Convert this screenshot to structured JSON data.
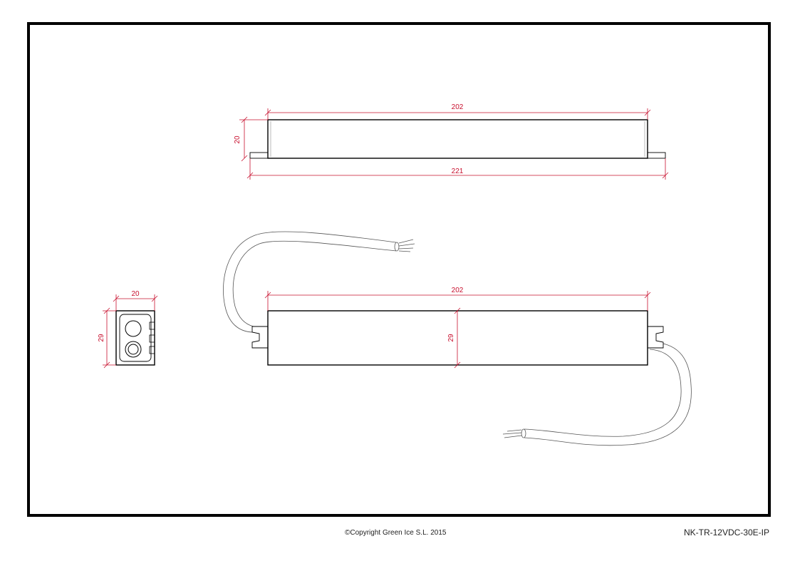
{
  "dimensions": {
    "top_length": "202",
    "top_height": "20",
    "top_total_length": "221",
    "side_length": "202",
    "side_height": "29",
    "end_width": "20",
    "end_height": "29"
  },
  "footer": {
    "copyright": "©Copyright Green Ice S.L. 2015",
    "model": "NK-TR-12VDC-30E-IP"
  },
  "colors": {
    "dimension": "#c8102e",
    "outline": "#000000"
  }
}
